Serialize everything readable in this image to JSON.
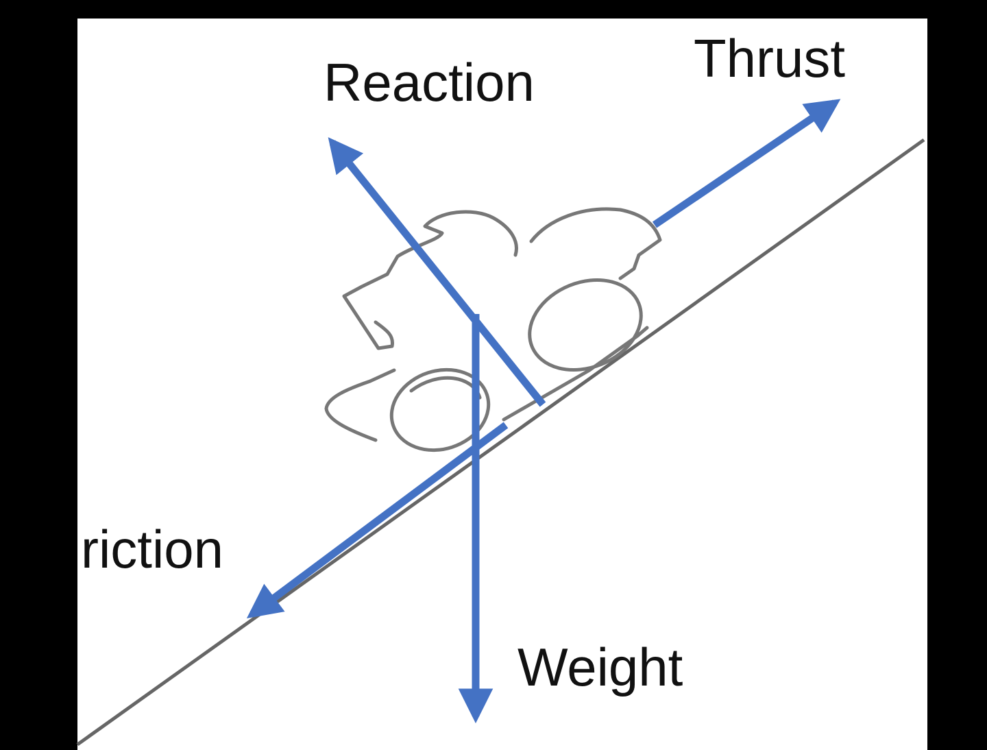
{
  "diagram": {
    "labels": {
      "reaction": "Reaction",
      "thrust": "Thrust",
      "friction": "riction",
      "weight": "Weight"
    },
    "colors": {
      "arrow": "#4472C4",
      "outline": "#777777",
      "slope": "#666666",
      "text": "#111111",
      "background": "#FFFFFF",
      "frame": "#000000"
    },
    "elements": {
      "object": "car-sketch-on-incline",
      "forces": [
        "reaction",
        "thrust",
        "friction",
        "weight"
      ]
    }
  }
}
